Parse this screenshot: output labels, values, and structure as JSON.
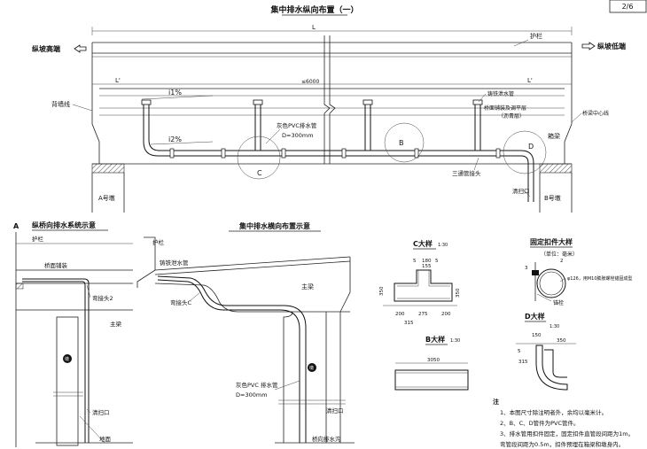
{
  "page_number": "2/6",
  "main_title": "集中排水纵向布置（一）",
  "dims": {
    "L": "L",
    "L_prime_left": "L'",
    "L_prime_right": "L'",
    "spacing": "≤6000",
    "slope1": "i1%",
    "slope2": "i2%"
  },
  "directions": {
    "left": "纵坡高端",
    "right": "纵坡低端"
  },
  "top_labels": {
    "guardrail": "护栏",
    "back_wall": "背墙线",
    "drain_pipe": "铸铁泄水管",
    "paving": "桥面铺装及调平层",
    "paving_sub": "（沥青层）",
    "bridge_center": "桥梁中心线",
    "pvc_pipe": "灰色PVC排水管",
    "pipe_dia": "D=300mm",
    "main_beam": "箱梁",
    "tee": "三通管接头",
    "cleanout": "清扫口",
    "abutment_a": "A号墩",
    "abutment_b": "B号墩",
    "circle_b": "B",
    "circle_c": "C",
    "circle_d": "D"
  },
  "lower_left": {
    "marker": "A",
    "title": "纵桥向排水系统示意",
    "guardrail": "护栏",
    "paving": "桥面铺装",
    "joint2": "弯接头2",
    "main_beam": "主梁",
    "pier": "墩",
    "cleanout": "清扫口",
    "ground": "地面"
  },
  "lower_mid": {
    "title": "集中排水横向布置示意",
    "guardrail": "护栏",
    "drain_pipe": "铸铁泄水管",
    "joint_c": "弯接头C",
    "main_beam": "主梁",
    "pier": "墩",
    "pvc_pipe": "灰色PVC 排水管",
    "pipe_dia": "D=300mm",
    "cleanout": "清扫口",
    "trench": "桥向排水沟"
  },
  "detail_c": {
    "title": "C大样",
    "scale": "1:30",
    "d5a": "5",
    "d5b": "5",
    "d350a": "350",
    "d350b": "350",
    "d315": "315",
    "d200a": "200",
    "d275": "275",
    "d200b": "200",
    "d180": "180",
    "d155": "155"
  },
  "detail_b": {
    "title": "B大样",
    "scale": "1:30",
    "d3050": "3050"
  },
  "detail_fix": {
    "title": "固定扣件大样",
    "unit": "（单位：毫米）",
    "d2": "2",
    "d3": "3",
    "note": "φ126，用M10膨胀螺栓锚固成型",
    "bolt": "锚栓"
  },
  "detail_d": {
    "title": "D大样",
    "scale": "1:30",
    "d5": "5",
    "d150": "150",
    "d315": "315",
    "d350": "350"
  },
  "notes": {
    "heading": "注",
    "n1": "1、本图尺寸除注明者外，余均以毫米计。",
    "n2": "2、B、C、D管件为PVC管件。",
    "n3": "3、排水管用扣件固定，固定扣件直管段间距为1m。",
    "n3b": "   弯管段间距为0.5m，扣件预埋在箱梁和墩身内。"
  }
}
